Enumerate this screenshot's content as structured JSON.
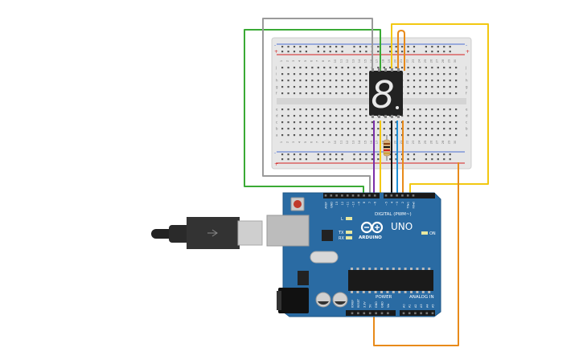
{
  "breadboard": {
    "top_row_letters": [
      "j",
      "i",
      "h",
      "g",
      "f"
    ],
    "bottom_row_letters": [
      "e",
      "d",
      "c",
      "b",
      "a"
    ],
    "column_numbers": [
      "1",
      "2",
      "3",
      "4",
      "5",
      "6",
      "7",
      "8",
      "9",
      "10",
      "11",
      "12",
      "13",
      "14",
      "15",
      "16",
      "17",
      "18",
      "19",
      "20",
      "21",
      "22",
      "23",
      "24",
      "25",
      "26",
      "27",
      "28",
      "29",
      "30"
    ],
    "rail_plus": "+",
    "rail_minus": "-"
  },
  "display": {
    "digit": "8",
    "color": "#e8e8e8"
  },
  "arduino": {
    "model_label": "UNO",
    "brand_label": "ARDUINO",
    "digital_header_label": "DIGITAL (PWM~)",
    "analog_header_label": "ANALOG IN",
    "power_header_label": "POWER",
    "label_l": "L",
    "label_tx": "TX",
    "label_rx": "RX",
    "label_on": "ON",
    "board_color": "#2a6ba3",
    "digital_pin_labels": [
      "AREF",
      "GND",
      "13",
      "12",
      "~11",
      "~10",
      "~9",
      "8",
      "7",
      "~6",
      "~5",
      "4",
      "~3",
      "2",
      "TX▸1",
      "RX◂0"
    ],
    "power_pin_labels": [
      "IOREF",
      "RESET",
      "3.3V",
      "5V",
      "GND",
      "GND",
      "Vin"
    ],
    "analog_pin_labels": [
      "A0",
      "A1",
      "A2",
      "A3",
      "A4",
      "A5"
    ]
  },
  "wires": {
    "green": "#3aaa35",
    "gray": "#9a9a9a",
    "yellow": "#f2c811",
    "orange": "#e88a1a",
    "purple": "#7b2fa8",
    "black": "#111111",
    "blue": "#1e8fd6",
    "red": "#d42020"
  },
  "resistor": {
    "color": "#d8b07a"
  },
  "usb_cable": {
    "color": "#222222"
  }
}
